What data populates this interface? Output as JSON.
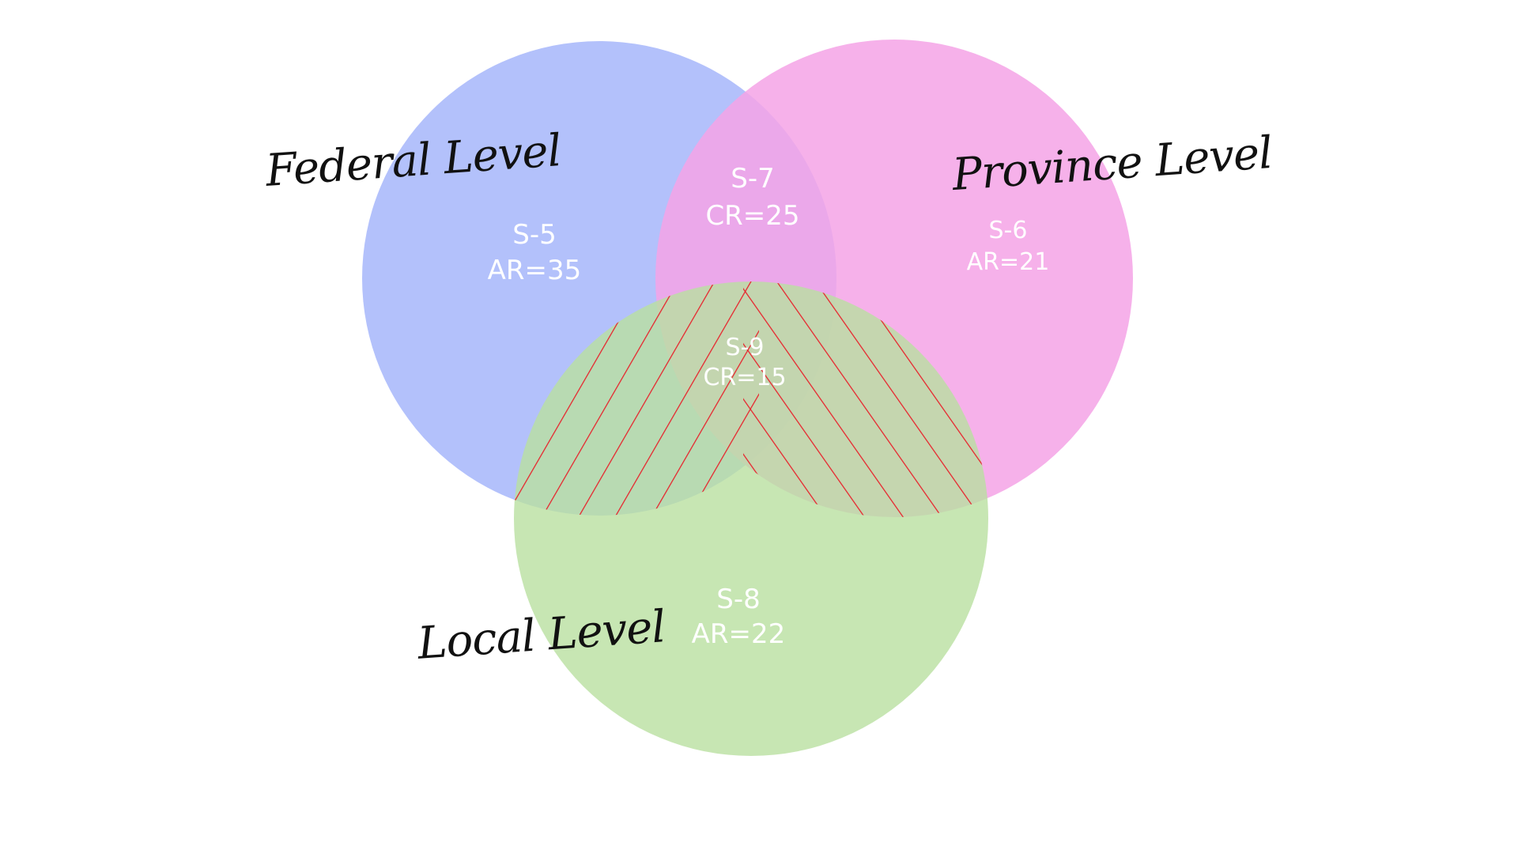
{
  "sets": {
    "federal": {
      "title": "Federal Level",
      "color": "#a9b8fb"
    },
    "province": {
      "title": "Province Level",
      "color": "#f5a3e6"
    },
    "local": {
      "title": "Local Level",
      "color": "#b9e0a0"
    }
  },
  "regions": {
    "federal_only": {
      "id": "S-5",
      "value": "AR=35"
    },
    "province_only": {
      "id": "S-6",
      "value": "AR=21"
    },
    "federal_province": {
      "id": "S-7",
      "value": "CR=25"
    },
    "local_only": {
      "id": "S-8",
      "value": "AR=22"
    },
    "all_three": {
      "id": "S-9",
      "value": "CR=15"
    }
  },
  "hatch_color": "#e8202a"
}
